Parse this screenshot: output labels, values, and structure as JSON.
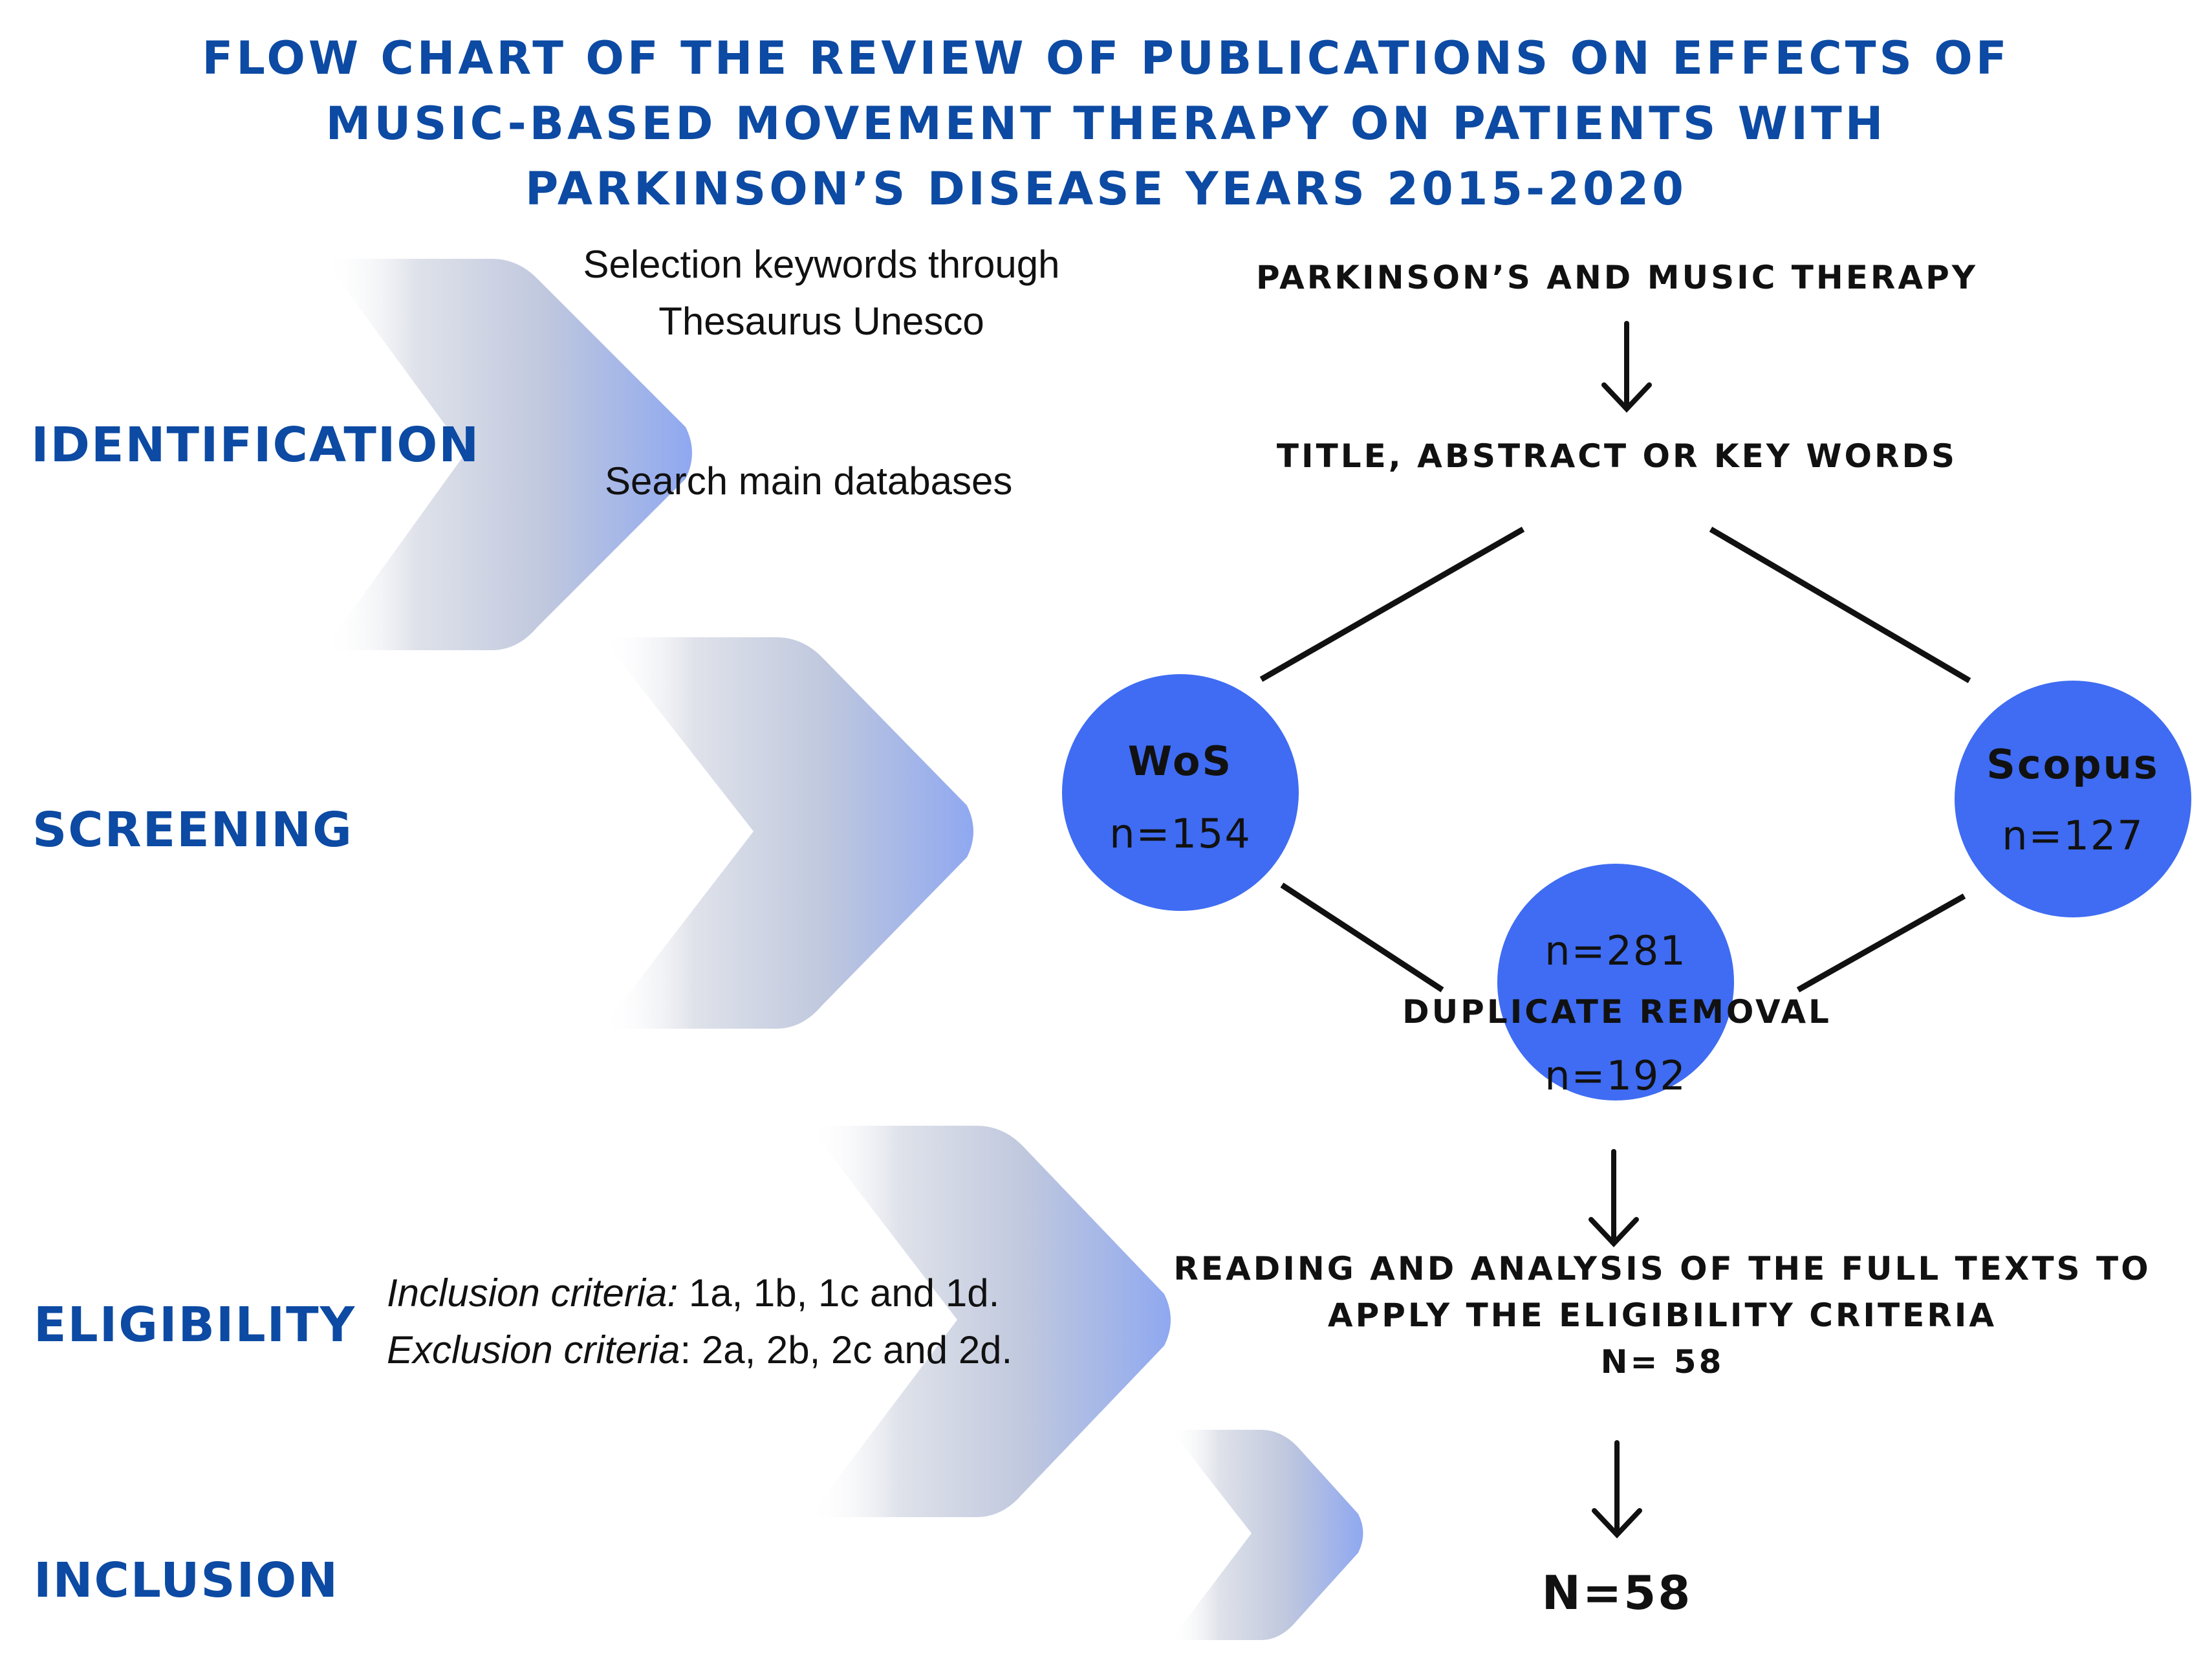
{
  "title": {
    "line1": "FLOW CHART OF THE REVIEW OF PUBLICATIONS ON EFFECTS OF",
    "line2": "MUSIC-BASED MOVEMENT THERAPY ON PATIENTS WITH",
    "line3": "PARKINSON’S DISEASE YEARS 2015-2020"
  },
  "phases": {
    "identification": "IDENTIFICATION",
    "screening": "SCREENING",
    "eligibility": "ELIGIBILITY",
    "inclusion": "INCLUSION"
  },
  "notes": {
    "keywords_line1": "Selection keywords through",
    "keywords_line2": "Thesaurus Unesco",
    "search": "Search main databases",
    "inclusion_label": "Inclusion criteria:",
    "inclusion_value": " 1a, 1b, 1c and 1d.",
    "exclusion_label": "Exclusion criteria",
    "exclusion_value": ": 2a, 2b, 2c and 2d."
  },
  "steps": {
    "query": "PARKINSON’S  AND MUSIC THERAPY",
    "fields": "TITLE, ABSTRACT OR KEY WORDS",
    "duplicate_removal": "DUPLICATE REMOVAL",
    "full_text_line1": "READING AND ANALYSIS OF THE FULL TEXTS TO",
    "full_text_line2": "APPLY THE ELIGIBILITY CRITERIA",
    "full_text_count": "N= 58",
    "final": "N=58"
  },
  "nodes": {
    "wos": {
      "name": "WoS",
      "count": "n=154"
    },
    "scopus": {
      "name": "Scopus",
      "count": "n=127"
    },
    "merged": {
      "before": "n=281",
      "after": "n=192"
    }
  },
  "colors": {
    "title_blue": "#0c4aa3",
    "node_blue": "#3f6cf2",
    "chevron_start": "#ffffff",
    "chevron_end": "#8fa8f0",
    "chevron_mid": "#c6ccdc",
    "line": "#111111"
  }
}
